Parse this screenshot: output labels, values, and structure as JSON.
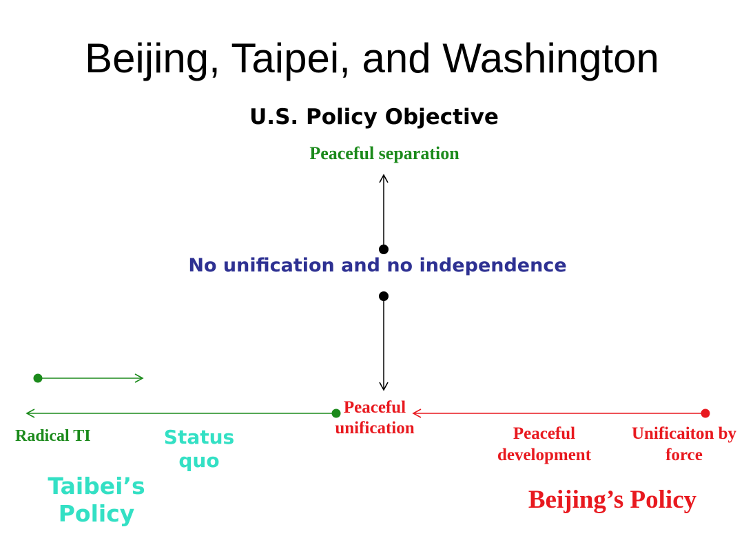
{
  "slide": {
    "title": "Beijing, Taipei, and Washington",
    "subtitle": "U.S. Policy Objective"
  },
  "diagram": {
    "top_label": "Peaceful separation",
    "middle_label": "No unification and no independence",
    "left_end_label": "Radical TI",
    "status_quo_label": "Status quo",
    "taibei_policy_label": "Taibei’s Policy",
    "center_label": "Peaceful unification",
    "development_label": "Peaceful development",
    "right_end_label": "Unificaiton by force",
    "beijing_policy_label": "Beijing’s Policy"
  },
  "colors": {
    "green": "#1b8a1b",
    "navy": "#2e3192",
    "turquoise": "#33e0c4",
    "red": "#e8191f",
    "black": "#000000"
  }
}
